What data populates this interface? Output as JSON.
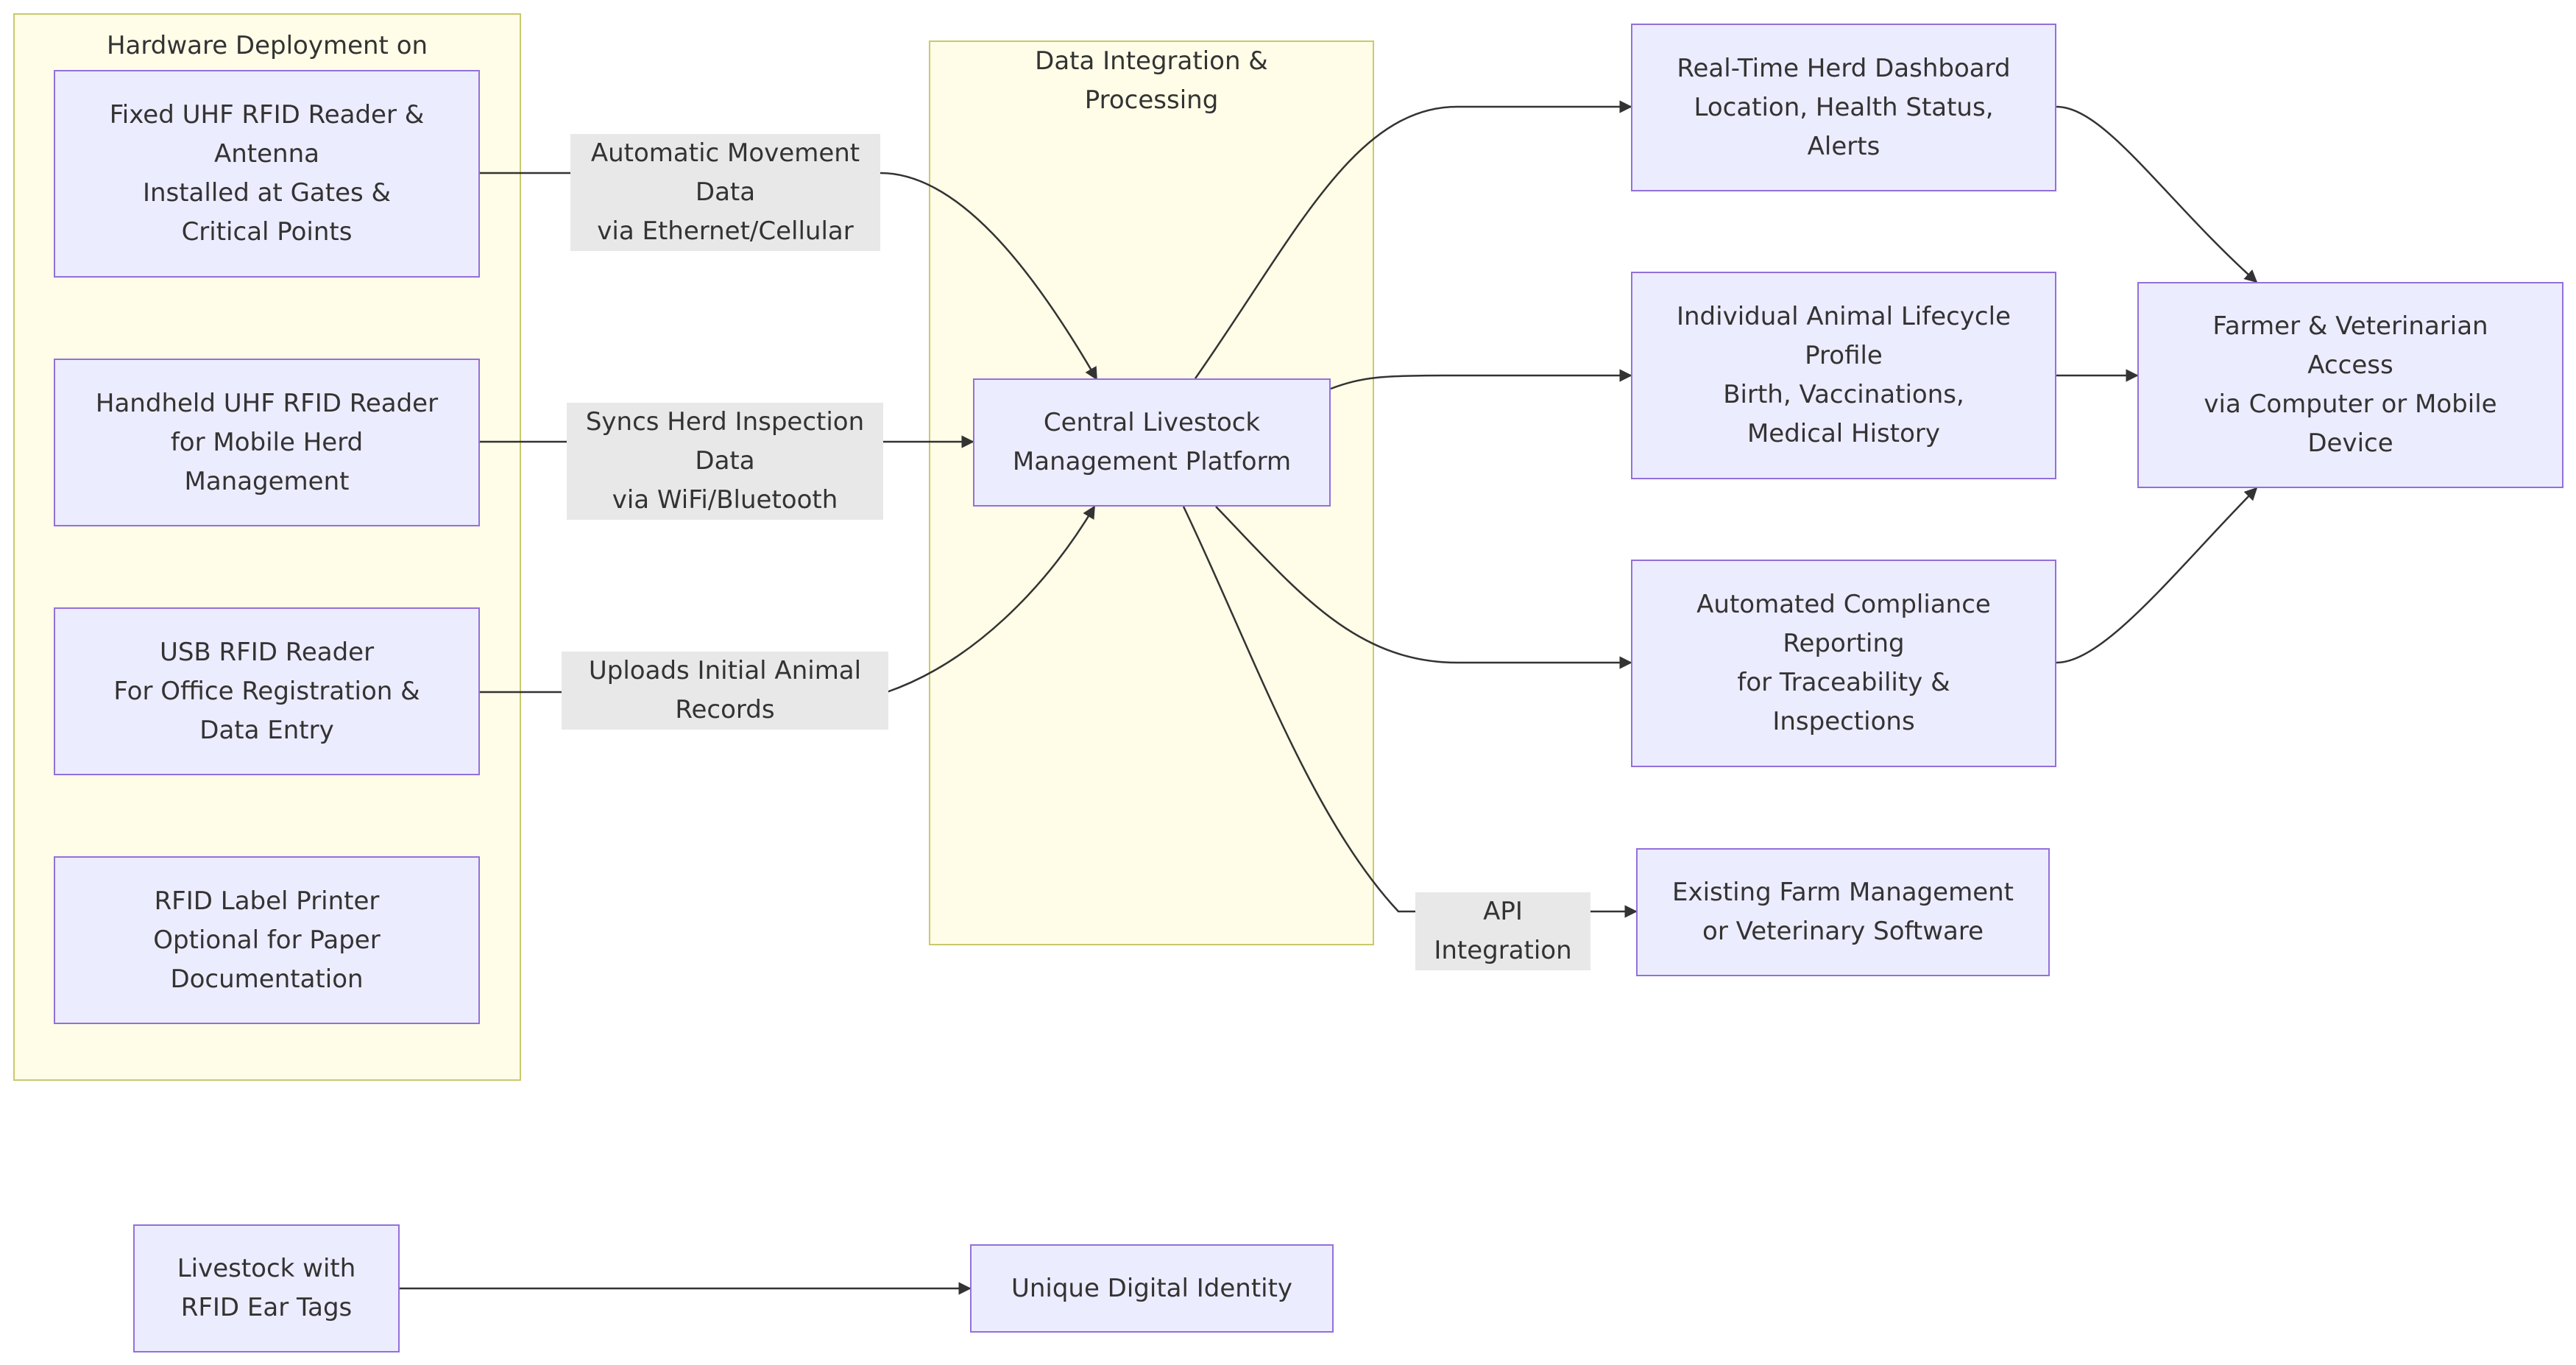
{
  "clusters": {
    "hardware": {
      "title": "Hardware Deployment on\nFarm"
    },
    "processing": {
      "title": "Data Integration &\nProcessing"
    }
  },
  "nodes": {
    "fixed_reader": "Fixed UHF RFID Reader &\nAntenna\nInstalled at Gates &\nCritical Points",
    "handheld_reader": "Handheld UHF RFID Reader\nfor Mobile Herd\nManagement",
    "usb_reader": "USB RFID Reader\nFor Office Registration &\nData Entry",
    "label_printer": "RFID Label Printer\nOptional for Paper\nDocumentation",
    "central_platform": "Central Livestock\nManagement Platform",
    "dashboard": "Real-Time Herd Dashboard\nLocation, Health Status,\nAlerts",
    "lifecycle_profile": "Individual Animal Lifecycle\nProfile\nBirth, Vaccinations,\nMedical History",
    "compliance_reporting": "Automated Compliance\nReporting\nfor Traceability &\nInspections",
    "existing_software": "Existing Farm Management\nor Veterinary Software",
    "farmer_access": "Farmer & Veterinarian\nAccess\nvia Computer or Mobile\nDevice",
    "livestock": "Livestock with\nRFID Ear Tags",
    "digital_identity": "Unique Digital Identity"
  },
  "edge_labels": {
    "movement_data": "Automatic Movement Data\nvia Ethernet/Cellular",
    "inspection_sync": "Syncs Herd Inspection Data\nvia WiFi/Bluetooth",
    "initial_records": "Uploads Initial Animal\nRecords",
    "api_integration": "API Integration"
  },
  "colors": {
    "node_fill": "#ececff",
    "node_stroke": "#9370db",
    "cluster_fill": "#fffde7",
    "cluster_stroke": "#c9c96b",
    "edge_stroke": "#333333",
    "edge_label_bg": "#e8e8e8"
  }
}
